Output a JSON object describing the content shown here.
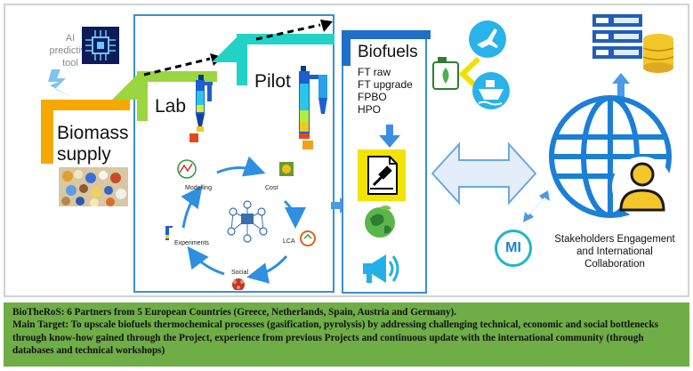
{
  "ai_tool": {
    "line1": "AI",
    "line2": "predictive",
    "line3": "tool"
  },
  "biomass": {
    "line1": "Biomass",
    "line2": "supply"
  },
  "stages": {
    "lab": "Lab",
    "pilot": "Pilot"
  },
  "cycle": {
    "center": "",
    "nodes": [
      "Modelling",
      "Cost",
      "LCA",
      "Social",
      "Experiments"
    ]
  },
  "biofuels": {
    "title": "Biofuels",
    "items": [
      "FT raw",
      "FT upgrade",
      "FPBO",
      "HPO"
    ]
  },
  "stakeholders": {
    "line1": "Stakeholders Engagement",
    "line2": "and International",
    "line3": "Collaboration",
    "mi_badge": "MI"
  },
  "icons": {
    "ai": "ai-chip-icon",
    "lightning": "lightning-icon",
    "biomass_photo": "biomass-photo-icon",
    "reactor": "reactor-icon",
    "document": "document-signing-icon",
    "earth": "green-earth-icon",
    "megaphone": "megaphone-icon",
    "plane": "airplane-icon",
    "ship": "ship-icon",
    "fuel_can": "fuel-canister-icon",
    "database": "database-icon",
    "globe": "globe-user-icon"
  },
  "footer": {
    "line1": "BioTheRoS: 6 Partners from 5 European Countries (Greece, Netherlands, Spain, Austria and Germany).",
    "line2": "Main Target: To upscale biofuels thermochemical processes (gasification, pyrolysis) by addressing challenging technical, economic and social bottlenecks through know-how gained through the Project, experience from previous Projects and continuous update with the international community (through databases and technical workshops)"
  },
  "colors": {
    "frame_border": "#d2d2d2",
    "panel_border": "#3a8fd6",
    "biomass_orange": "#f7a800",
    "lab_green": "#9bd53f",
    "pilot_cyan": "#22d3c5",
    "biofuel_blue": "#1f6fc9",
    "arrow_blue": "#4a9be6",
    "footer_green": "#6fad47",
    "globe_blue": "#1c7fd6"
  }
}
